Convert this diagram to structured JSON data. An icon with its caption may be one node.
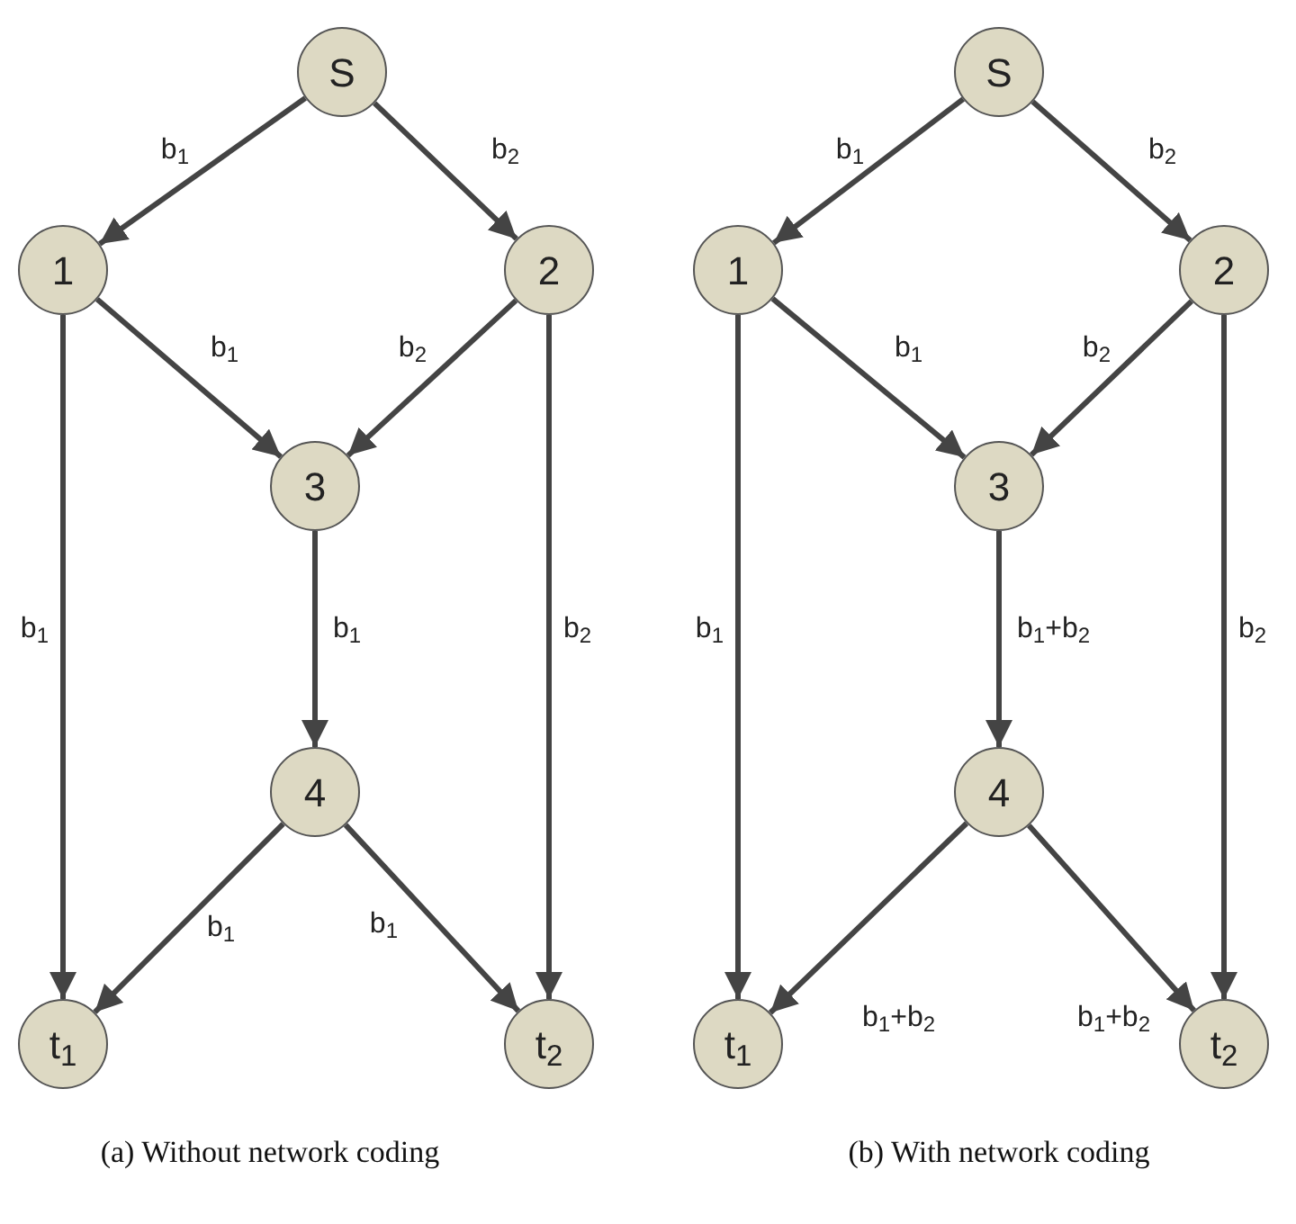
{
  "diagram": {
    "nodes": [
      {
        "text": [
          "S"
        ]
      },
      {
        "text": [
          "1"
        ]
      },
      {
        "text": [
          "2"
        ]
      },
      {
        "text": [
          "3"
        ]
      },
      {
        "text": [
          "4"
        ]
      },
      {
        "text": [
          "t$_{1}$"
        ]
      },
      {
        "text": [
          "t$_{2}$"
        ]
      },
      {
        "text": [
          "S"
        ]
      },
      {
        "text": [
          "1"
        ]
      },
      {
        "text": [
          "2"
        ]
      },
      {
        "text": [
          "3"
        ]
      },
      {
        "text": [
          "4"
        ]
      },
      {
        "text": [
          "t$_{1}$"
        ]
      },
      {
        "text": [
          "t$_{2}$"
        ]
      }
    ],
    "edges": [
      {
        "from": 0,
        "to": 1,
        "arrow": "to",
        "label": "b$_{1}$"
      },
      {
        "from": 0,
        "to": 2,
        "arrow": "to",
        "label": "b$_{2}$"
      },
      {
        "from": 1,
        "to": 3,
        "arrow": "to",
        "label": "b$_{1}$"
      },
      {
        "from": 2,
        "to": 3,
        "arrow": "to",
        "label": "b$_{2}$"
      },
      {
        "from": 1,
        "to": 5,
        "arrow": "to",
        "label": "b$_{1}$"
      },
      {
        "from": 3,
        "to": 4,
        "arrow": "to",
        "label": "b$_{1}$"
      },
      {
        "from": 2,
        "to": 6,
        "arrow": "to",
        "label": "b$_{2}$"
      },
      {
        "from": 4,
        "to": 5,
        "arrow": "to",
        "label": "b$_{1}$"
      },
      {
        "from": 4,
        "to": 6,
        "arrow": "to",
        "label": "b$_{1}$"
      },
      {
        "from": 7,
        "to": 8,
        "arrow": "to",
        "label": "b$_{1}$"
      },
      {
        "from": 7,
        "to": 9,
        "arrow": "to",
        "label": "b$_{2}$"
      },
      {
        "from": 8,
        "to": 10,
        "arrow": "to",
        "label": "b$_{1}$"
      },
      {
        "from": 9,
        "to": 10,
        "arrow": "to",
        "label": "b$_{2}$"
      },
      {
        "from": 8,
        "to": 12,
        "arrow": "to",
        "label": "b$_{1}$"
      },
      {
        "from": 10,
        "to": 11,
        "arrow": "to",
        "label": "b$_{1}$+b$_{2}$"
      },
      {
        "from": 9,
        "to": 13,
        "arrow": "to",
        "label": "b$_{2}$"
      },
      {
        "from": 11,
        "to": 12,
        "arrow": "to",
        "label": "b$_{1}$+b$_{2}$"
      },
      {
        "from": 11,
        "to": 13,
        "arrow": "to",
        "label": "b$_{1}$+b$_{2}$"
      }
    ],
    "labels": [
      "(a) Without network coding",
      "(b) With network coding"
    ]
  }
}
